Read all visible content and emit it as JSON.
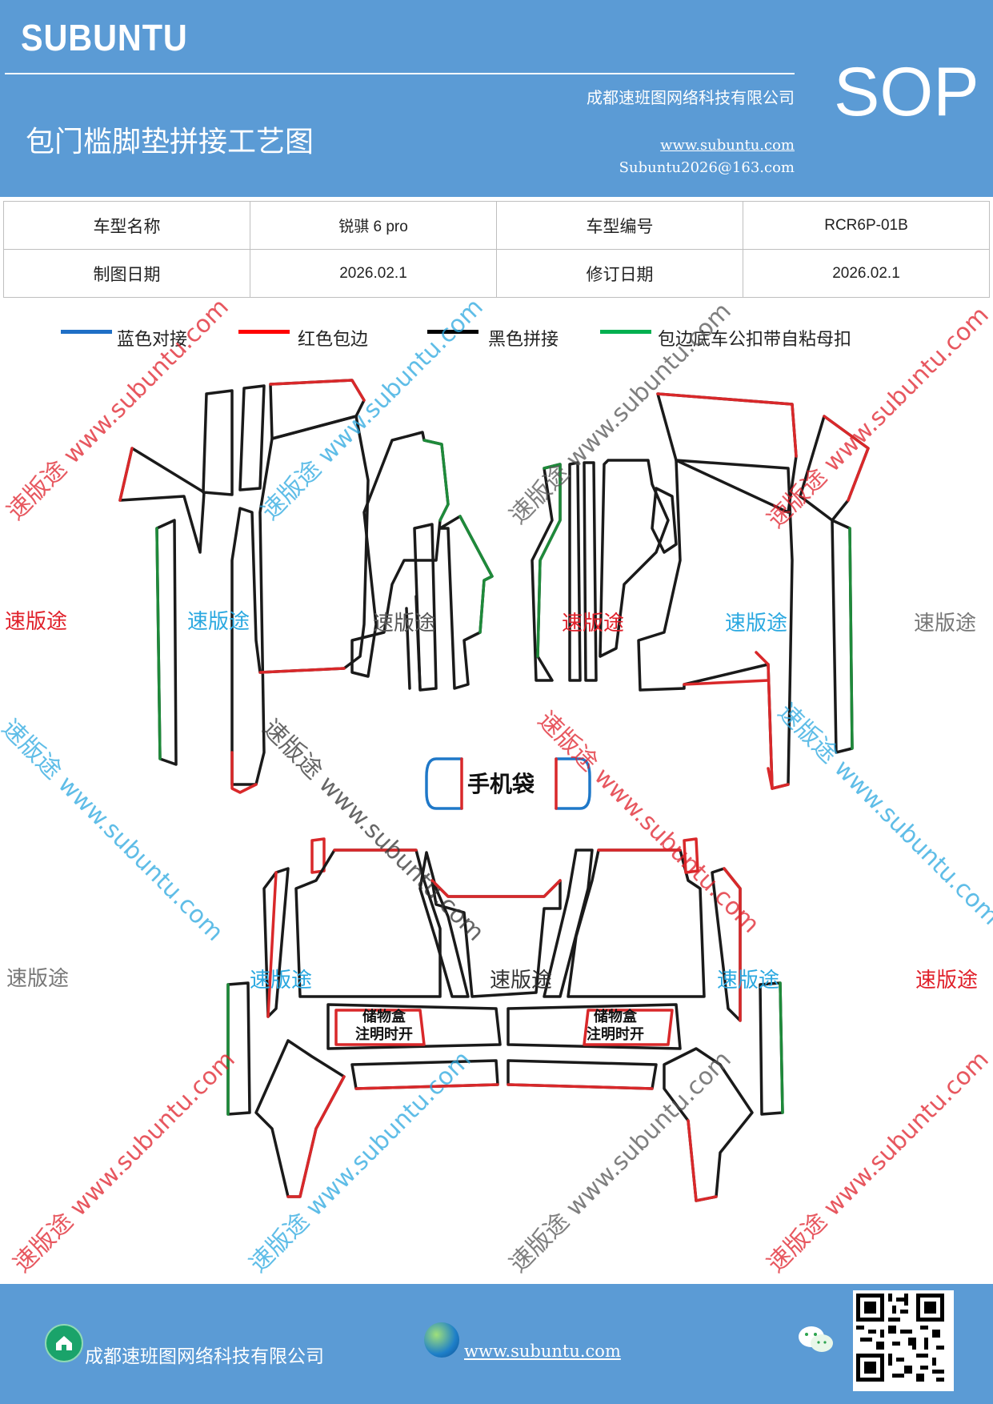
{
  "header": {
    "brand": "SUBUNTU",
    "company": "成都速班图网络科技有限公司",
    "title": "包门槛脚垫拼接工艺图",
    "website": "www.subuntu.com",
    "email": "Subuntu2026@163.com",
    "badge": "SOP"
  },
  "info_table": {
    "rows": [
      [
        "车型名称",
        "锐骐 6 pro",
        "车型编号",
        "RCR6P-01B"
      ],
      [
        "制图日期",
        "2026.02.1",
        "修订日期",
        "2026.02.1"
      ]
    ]
  },
  "legend": [
    {
      "label": "蓝色对接",
      "color": "#1f6fc6"
    },
    {
      "label": "红色包边",
      "color": "#ff0000"
    },
    {
      "label": "黑色拼接",
      "color": "#000000"
    },
    {
      "label": "包边底车公扣带自粘母扣",
      "color": "#00b050"
    }
  ],
  "diagram_labels": {
    "phone_bag": "手机袋",
    "storage_box_line1": "储物盒",
    "storage_box_line2": "注明时开"
  },
  "watermarks": {
    "brand_cn": "速版途",
    "url": "www.subuntu.com"
  },
  "colors": {
    "header_bg": "#5b9bd5",
    "outline_black": "#1a1a1a",
    "outline_red": "#d9282a",
    "outline_green": "#1e8a3a",
    "outline_blue": "#1f78c8",
    "wm_red": "#e0202a",
    "wm_blue": "#2aa8e0",
    "wm_gray": "#777777"
  },
  "footer": {
    "company": "成都速班图网络科技有限公司",
    "website": "www.subuntu.com"
  }
}
